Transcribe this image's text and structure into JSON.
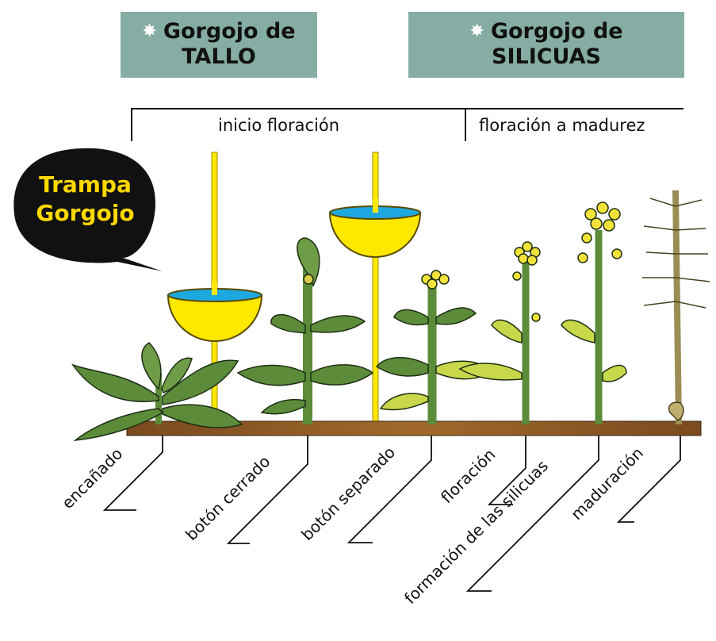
{
  "headers": [
    {
      "icon": "bug-icon",
      "line1": "Gorgojo de",
      "line2": "TALLO"
    },
    {
      "icon": "bug-icon",
      "line1": "Gorgojo de",
      "line2": "SILICUAS"
    }
  ],
  "phases": [
    {
      "label": "inicio floración"
    },
    {
      "label": "floración a madurez"
    }
  ],
  "trap": {
    "line1": "Trampa",
    "line2": "Gorgojo"
  },
  "stages": [
    {
      "label": "encañado"
    },
    {
      "label": "botón cerrado"
    },
    {
      "label": "botón separado"
    },
    {
      "label": "floración"
    },
    {
      "label": "formación de las silicuas"
    },
    {
      "label": "maduración"
    }
  ],
  "colors": {
    "header_bg": "#86ada4",
    "soil": "#8a5a25",
    "leaf": "#5c8c3a",
    "trap_bowl": "#ffe800",
    "water": "#1ea8e0",
    "flower": "#f2e33a",
    "dry_plant": "#9b8e55"
  }
}
